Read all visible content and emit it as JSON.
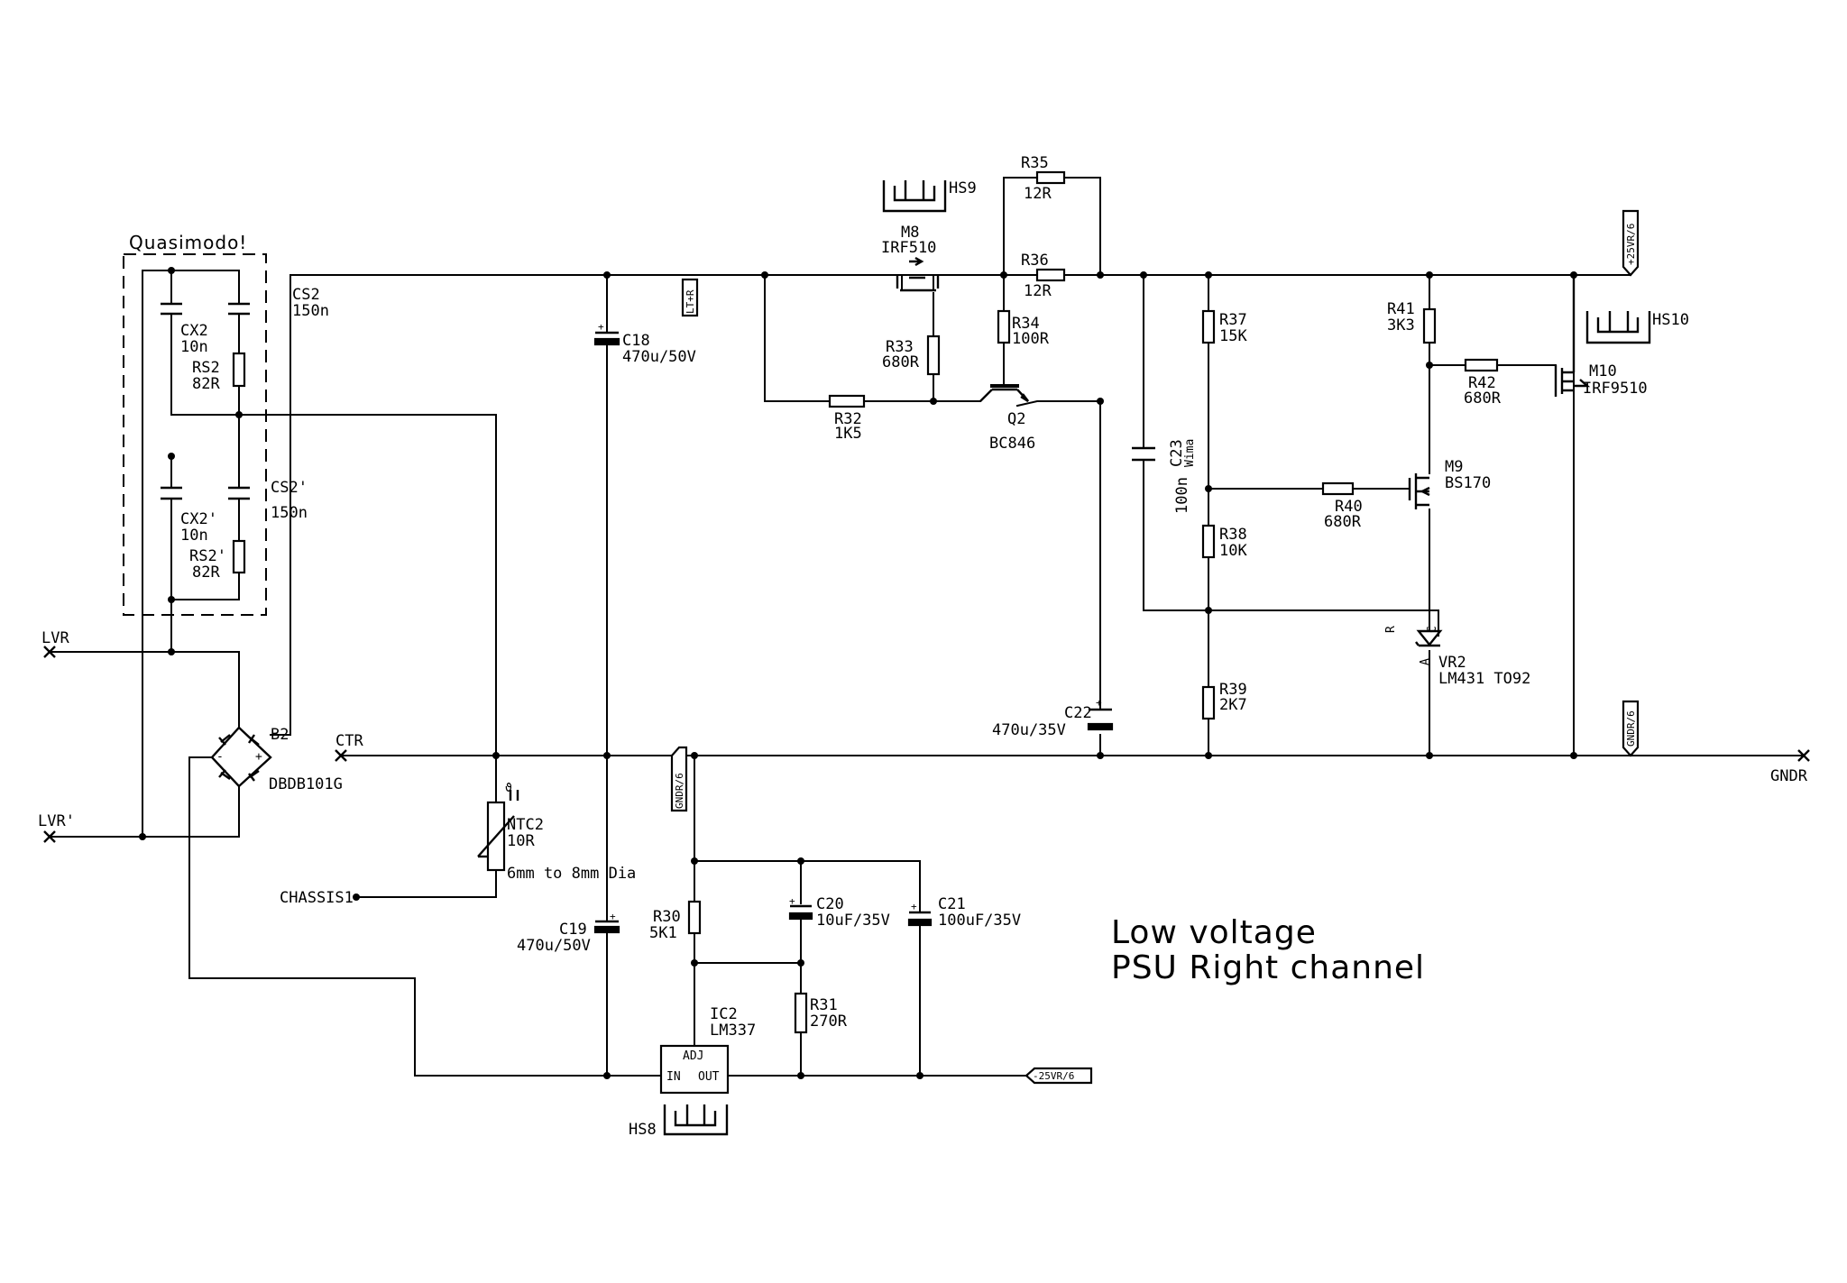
{
  "title": {
    "line1": "Low voltage",
    "line2": "PSU Right channel"
  },
  "group_label": "Quasimodo!",
  "nets": {
    "lvr": "LVR",
    "lvr_prime": "LVR'",
    "ctr": "CTR",
    "gndr": "GNDR",
    "chassis": "CHASSIS1",
    "lt_r": "LT+R",
    "pos25": "+25VR/6",
    "neg25": "-25VR/6",
    "gndr6": "GNDR/6"
  },
  "components": {
    "cs2": {
      "ref": "CS2",
      "value": "150n"
    },
    "cs2p": {
      "ref": "CS2'",
      "value": "150n"
    },
    "cx2": {
      "ref": "CX2",
      "value": "10n"
    },
    "rs2": {
      "ref": "RS2",
      "value": "82R"
    },
    "cx2p": {
      "ref": "CX2'",
      "value": "10n"
    },
    "rs2p": {
      "ref": "RS2'",
      "value": "82R"
    },
    "b2": {
      "ref": "B2",
      "value": "DBDB101G"
    },
    "ntc2": {
      "ref": "NTC2",
      "value": "10R",
      "note": "6mm to 8mm Dia"
    },
    "c18": {
      "ref": "C18",
      "value": "470u/50V"
    },
    "c19": {
      "ref": "C19",
      "value": "470u/50V"
    },
    "hs9": {
      "ref": "HS9"
    },
    "m8": {
      "ref": "M8",
      "value": "IRF510"
    },
    "r33": {
      "ref": "R33",
      "value": "680R"
    },
    "r32": {
      "ref": "R32",
      "value": "1K5"
    },
    "r35": {
      "ref": "R35",
      "value": "12R"
    },
    "r36": {
      "ref": "R36",
      "value": "12R"
    },
    "r34": {
      "ref": "R34",
      "value": "100R"
    },
    "q2": {
      "ref": "Q2",
      "value": "BC846"
    },
    "c22": {
      "ref": "C22",
      "value": "470u/35V"
    },
    "c23": {
      "ref": "C23",
      "value": "100n",
      "note": "Wima"
    },
    "r37": {
      "ref": "R37",
      "value": "15K"
    },
    "r38": {
      "ref": "R38",
      "value": "10K"
    },
    "r39": {
      "ref": "R39",
      "value": "2K7"
    },
    "r40": {
      "ref": "R40",
      "value": "680R"
    },
    "m9": {
      "ref": "M9",
      "value": "BS170"
    },
    "r41": {
      "ref": "R41",
      "value": "3K3"
    },
    "r42": {
      "ref": "R42",
      "value": "680R"
    },
    "m10": {
      "ref": "M10",
      "value": "IRF9510"
    },
    "hs10": {
      "ref": "HS10"
    },
    "vr2": {
      "ref": "VR2",
      "value": "LM431 TO92",
      "pin_r": "R",
      "pin_a": "A",
      "pin_c": "C"
    },
    "r30": {
      "ref": "R30",
      "value": "5K1"
    },
    "r31": {
      "ref": "R31",
      "value": "270R"
    },
    "c20": {
      "ref": "C20",
      "value": "10uF/35V"
    },
    "c21": {
      "ref": "C21",
      "value": "100uF/35V"
    },
    "ic2": {
      "ref": "IC2",
      "value": "LM337",
      "pin_adj": "ADJ",
      "pin_in": "IN",
      "pin_out": "OUT"
    },
    "hs8": {
      "ref": "HS8"
    }
  }
}
